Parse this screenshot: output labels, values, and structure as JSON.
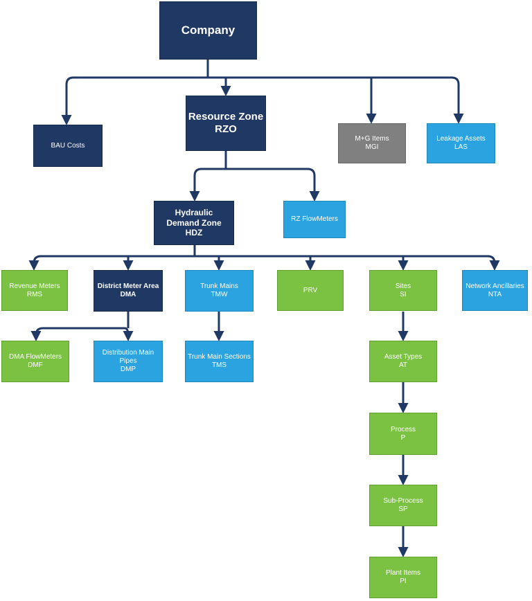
{
  "nodes": {
    "company": {
      "title": "Company"
    },
    "bau": {
      "title": "BAU Costs"
    },
    "rzo": {
      "title": "Resource Zone",
      "code": "RZO"
    },
    "mgi": {
      "title": "M+G Items",
      "code": "MGI"
    },
    "las": {
      "title": "Leakage Assets",
      "code": "LAS"
    },
    "hdz": {
      "line1": "Hydraulic",
      "line2": "Demand Zone",
      "code": "HDZ"
    },
    "rzf": {
      "title": "RZ FlowMeters"
    },
    "rms": {
      "title": "Revenue Meters",
      "code": "RMS"
    },
    "dma": {
      "title": "District Meter Area",
      "code": "DMA"
    },
    "tmw": {
      "title": "Trunk Mains",
      "code": "TMW"
    },
    "prv": {
      "title": "PRV"
    },
    "si": {
      "title": "Sites",
      "code": "SI"
    },
    "nta": {
      "title": "Network Ancillaries",
      "code": "NTA"
    },
    "dmf": {
      "title": "DMA FlowMeters",
      "code": "DMF"
    },
    "dmp": {
      "line1": "Distribution Main",
      "line2": "Pipes",
      "code": "DMP"
    },
    "tms": {
      "title": "Trunk Main Sections",
      "code": "TMS"
    },
    "at": {
      "title": "Asset Types",
      "code": "AT"
    },
    "p": {
      "title": "Process",
      "code": "P"
    },
    "sp": {
      "title": "Sub-Process",
      "code": "SP"
    },
    "pi": {
      "title": "Plant Items",
      "code": "PI"
    }
  },
  "colors": {
    "dark": "#1f3864",
    "blue": "#2aa3e0",
    "green": "#7cc242",
    "grey": "#808080",
    "connector": "#1f3864"
  }
}
